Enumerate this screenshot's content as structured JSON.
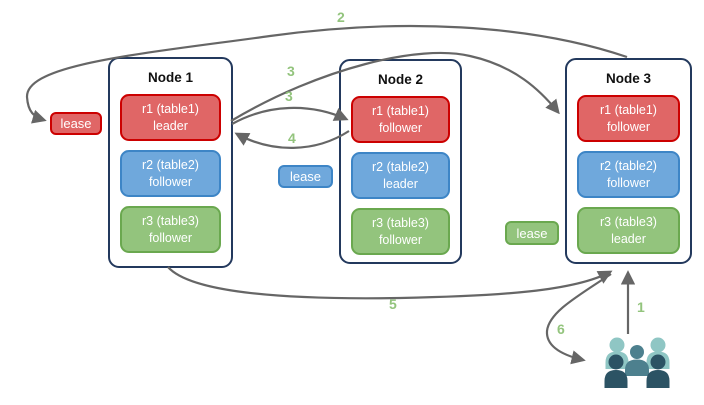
{
  "colors": {
    "red-fill": "#e06666",
    "red-border": "#cc0000",
    "blue-fill": "#6fa8dc",
    "blue-border": "#3d85c6",
    "green-fill": "#93c47d",
    "green-border": "#6aa84f",
    "node-border": "#23395d",
    "arrow": "#666666",
    "step-green": "#93c47d",
    "users-light": "#8fc6c4",
    "users-mid": "#4d808e",
    "users-dark": "#2c5364"
  },
  "nodes": [
    {
      "title": "Node 1",
      "replicas": [
        {
          "label": "r1 (table1)",
          "role": "leader"
        },
        {
          "label": "r2 (table2)",
          "role": "follower"
        },
        {
          "label": "r3 (table3)",
          "role": "follower"
        }
      ]
    },
    {
      "title": "Node 2",
      "replicas": [
        {
          "label": "r1 (table1)",
          "role": "follower"
        },
        {
          "label": "r2 (table2)",
          "role": "leader"
        },
        {
          "label": "r3 (table3)",
          "role": "follower"
        }
      ]
    },
    {
      "title": "Node 3",
      "replicas": [
        {
          "label": "r1 (table1)",
          "role": "follower"
        },
        {
          "label": "r2 (table2)",
          "role": "follower"
        },
        {
          "label": "r3 (table3)",
          "role": "leader"
        }
      ]
    }
  ],
  "leases": {
    "red": "lease",
    "blue": "lease",
    "green": "lease"
  },
  "steps": {
    "n1": "1",
    "n2": "2",
    "n3a": "3",
    "n3b": "3",
    "n4": "4",
    "n5": "5",
    "n6": "6"
  }
}
